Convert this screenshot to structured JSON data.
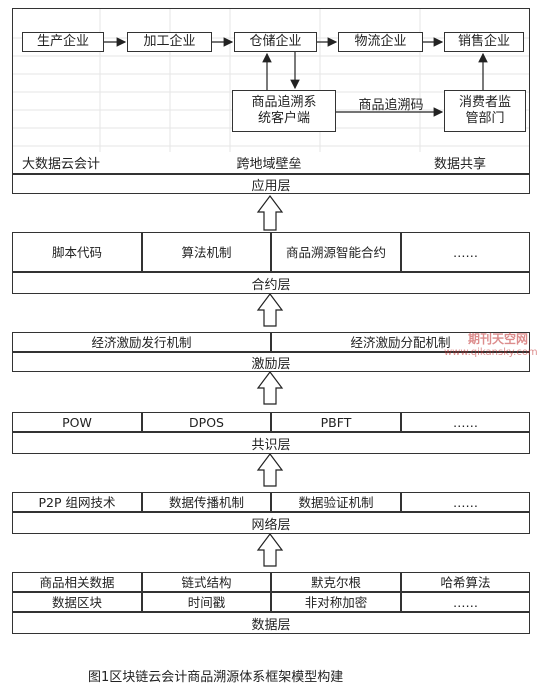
{
  "application": {
    "chain": [
      "生产企业",
      "加工企业",
      "仓储企业",
      "物流企业",
      "销售企业"
    ],
    "client": "商品追溯系统客户端",
    "trace_code": "商品追溯码",
    "regulator": "消费者监管部门",
    "features": [
      "大数据云会计",
      "跨地域壁垒",
      "数据共享"
    ],
    "layer": "应用层"
  },
  "contract": {
    "cells": [
      "脚本代码",
      "算法机制",
      "商品溯源智能合约",
      "……"
    ],
    "layer": "合约层"
  },
  "incentive": {
    "cells": [
      "经济激励发行机制",
      "经济激励分配机制"
    ],
    "layer": "激励层"
  },
  "consensus": {
    "cells": [
      "POW",
      "DPOS",
      "PBFT",
      "……"
    ],
    "layer": "共识层"
  },
  "network": {
    "cells": [
      "P2P 组网技术",
      "数据传播机制",
      "数据验证机制",
      "……"
    ],
    "layer": "网络层"
  },
  "data": {
    "row1": [
      "商品相关数据",
      "链式结构",
      "默克尔根",
      "哈希算法"
    ],
    "row2": [
      "数据区块",
      "时间戳",
      "非对称加密",
      "……"
    ],
    "layer": "数据层"
  },
  "caption": "图1区块链云会计商品溯源体系框架模型构建",
  "watermark": {
    "brand": "期刊天空网",
    "url": "www.qikansky.com"
  }
}
